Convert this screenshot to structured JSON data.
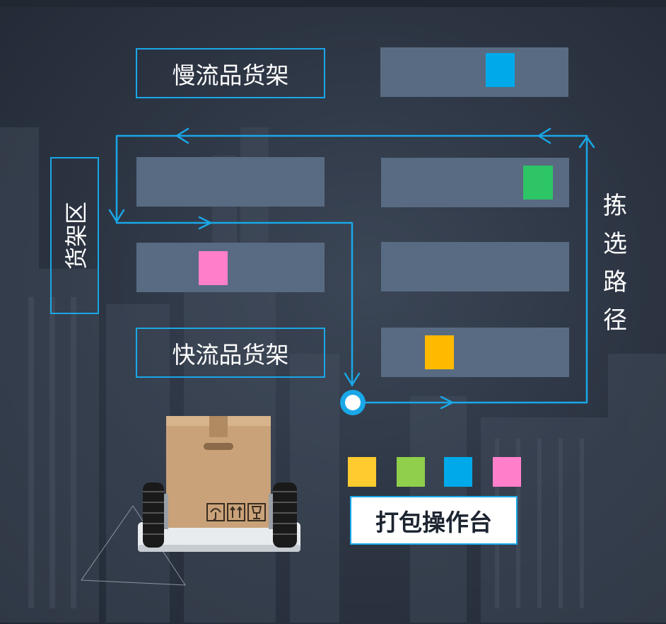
{
  "labels": {
    "slow_shelf": "慢流品货架",
    "fast_shelf": "快流品货架",
    "shelf_area": "货架区",
    "pick_path": [
      "拣",
      "选",
      "路",
      "径"
    ],
    "packing_station": "打包操作台"
  },
  "colors": {
    "accent": "#1aa7e8",
    "shelf": "#586b82",
    "item_blue": "#00aaea",
    "item_green": "#2ec566",
    "item_pink": "#ff7fcb",
    "item_orange": "#ffba00",
    "legend_yellow": "#ffcb2f",
    "legend_green": "#8fcf4b",
    "legend_blue": "#00aaea",
    "legend_pink": "#ff7fcb"
  },
  "icons": {
    "cart": "hand-truck-with-box-icon",
    "box_marks": [
      "umbrella-icon",
      "this-side-up-icon",
      "fragile-glass-icon"
    ],
    "start_point": "circle-node-icon"
  }
}
